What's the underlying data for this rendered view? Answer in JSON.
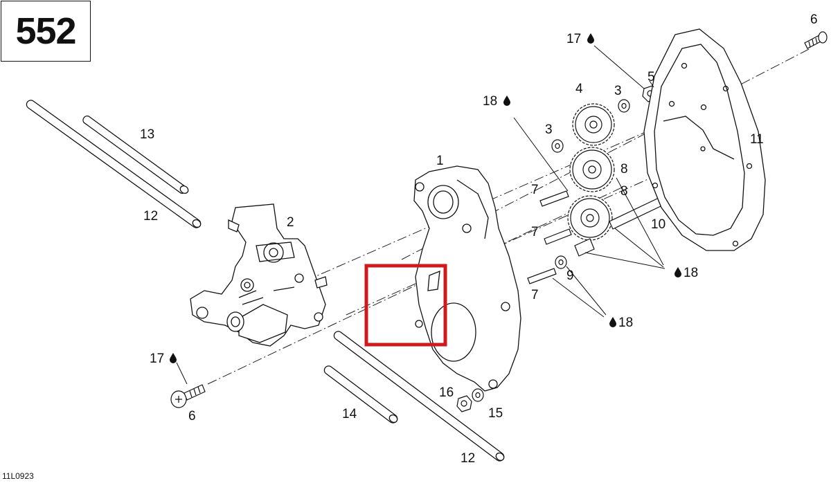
{
  "page_number": "552",
  "drawing_code": "11L0923",
  "highlight_color": "#d0181f",
  "callouts": [
    {
      "id": "c1",
      "text": "1"
    },
    {
      "id": "c2",
      "text": "2"
    },
    {
      "id": "c3a",
      "text": "3"
    },
    {
      "id": "c3b",
      "text": "3"
    },
    {
      "id": "c4",
      "text": "4"
    },
    {
      "id": "c5",
      "text": "5"
    },
    {
      "id": "c6a",
      "text": "6"
    },
    {
      "id": "c6b",
      "text": "6"
    },
    {
      "id": "c7a",
      "text": "7"
    },
    {
      "id": "c7b",
      "text": "7"
    },
    {
      "id": "c7c",
      "text": "7"
    },
    {
      "id": "c8a",
      "text": "8"
    },
    {
      "id": "c8b",
      "text": "8"
    },
    {
      "id": "c9",
      "text": "9"
    },
    {
      "id": "c10",
      "text": "10"
    },
    {
      "id": "c11",
      "text": "11"
    },
    {
      "id": "c12a",
      "text": "12"
    },
    {
      "id": "c12b",
      "text": "12"
    },
    {
      "id": "c13",
      "text": "13"
    },
    {
      "id": "c14",
      "text": "14"
    },
    {
      "id": "c15",
      "text": "15"
    },
    {
      "id": "c16",
      "text": "16"
    },
    {
      "id": "c17a",
      "text": "17",
      "icon": "oil-drop-icon"
    },
    {
      "id": "c17b",
      "text": "17",
      "icon": "oil-drop-icon"
    },
    {
      "id": "c18a",
      "text": "18",
      "icon": "oil-drop-icon"
    },
    {
      "id": "c18b",
      "text": "18",
      "icon": "oil-drop-icon"
    },
    {
      "id": "c18c",
      "text": "18",
      "icon": "oil-drop-icon"
    }
  ]
}
